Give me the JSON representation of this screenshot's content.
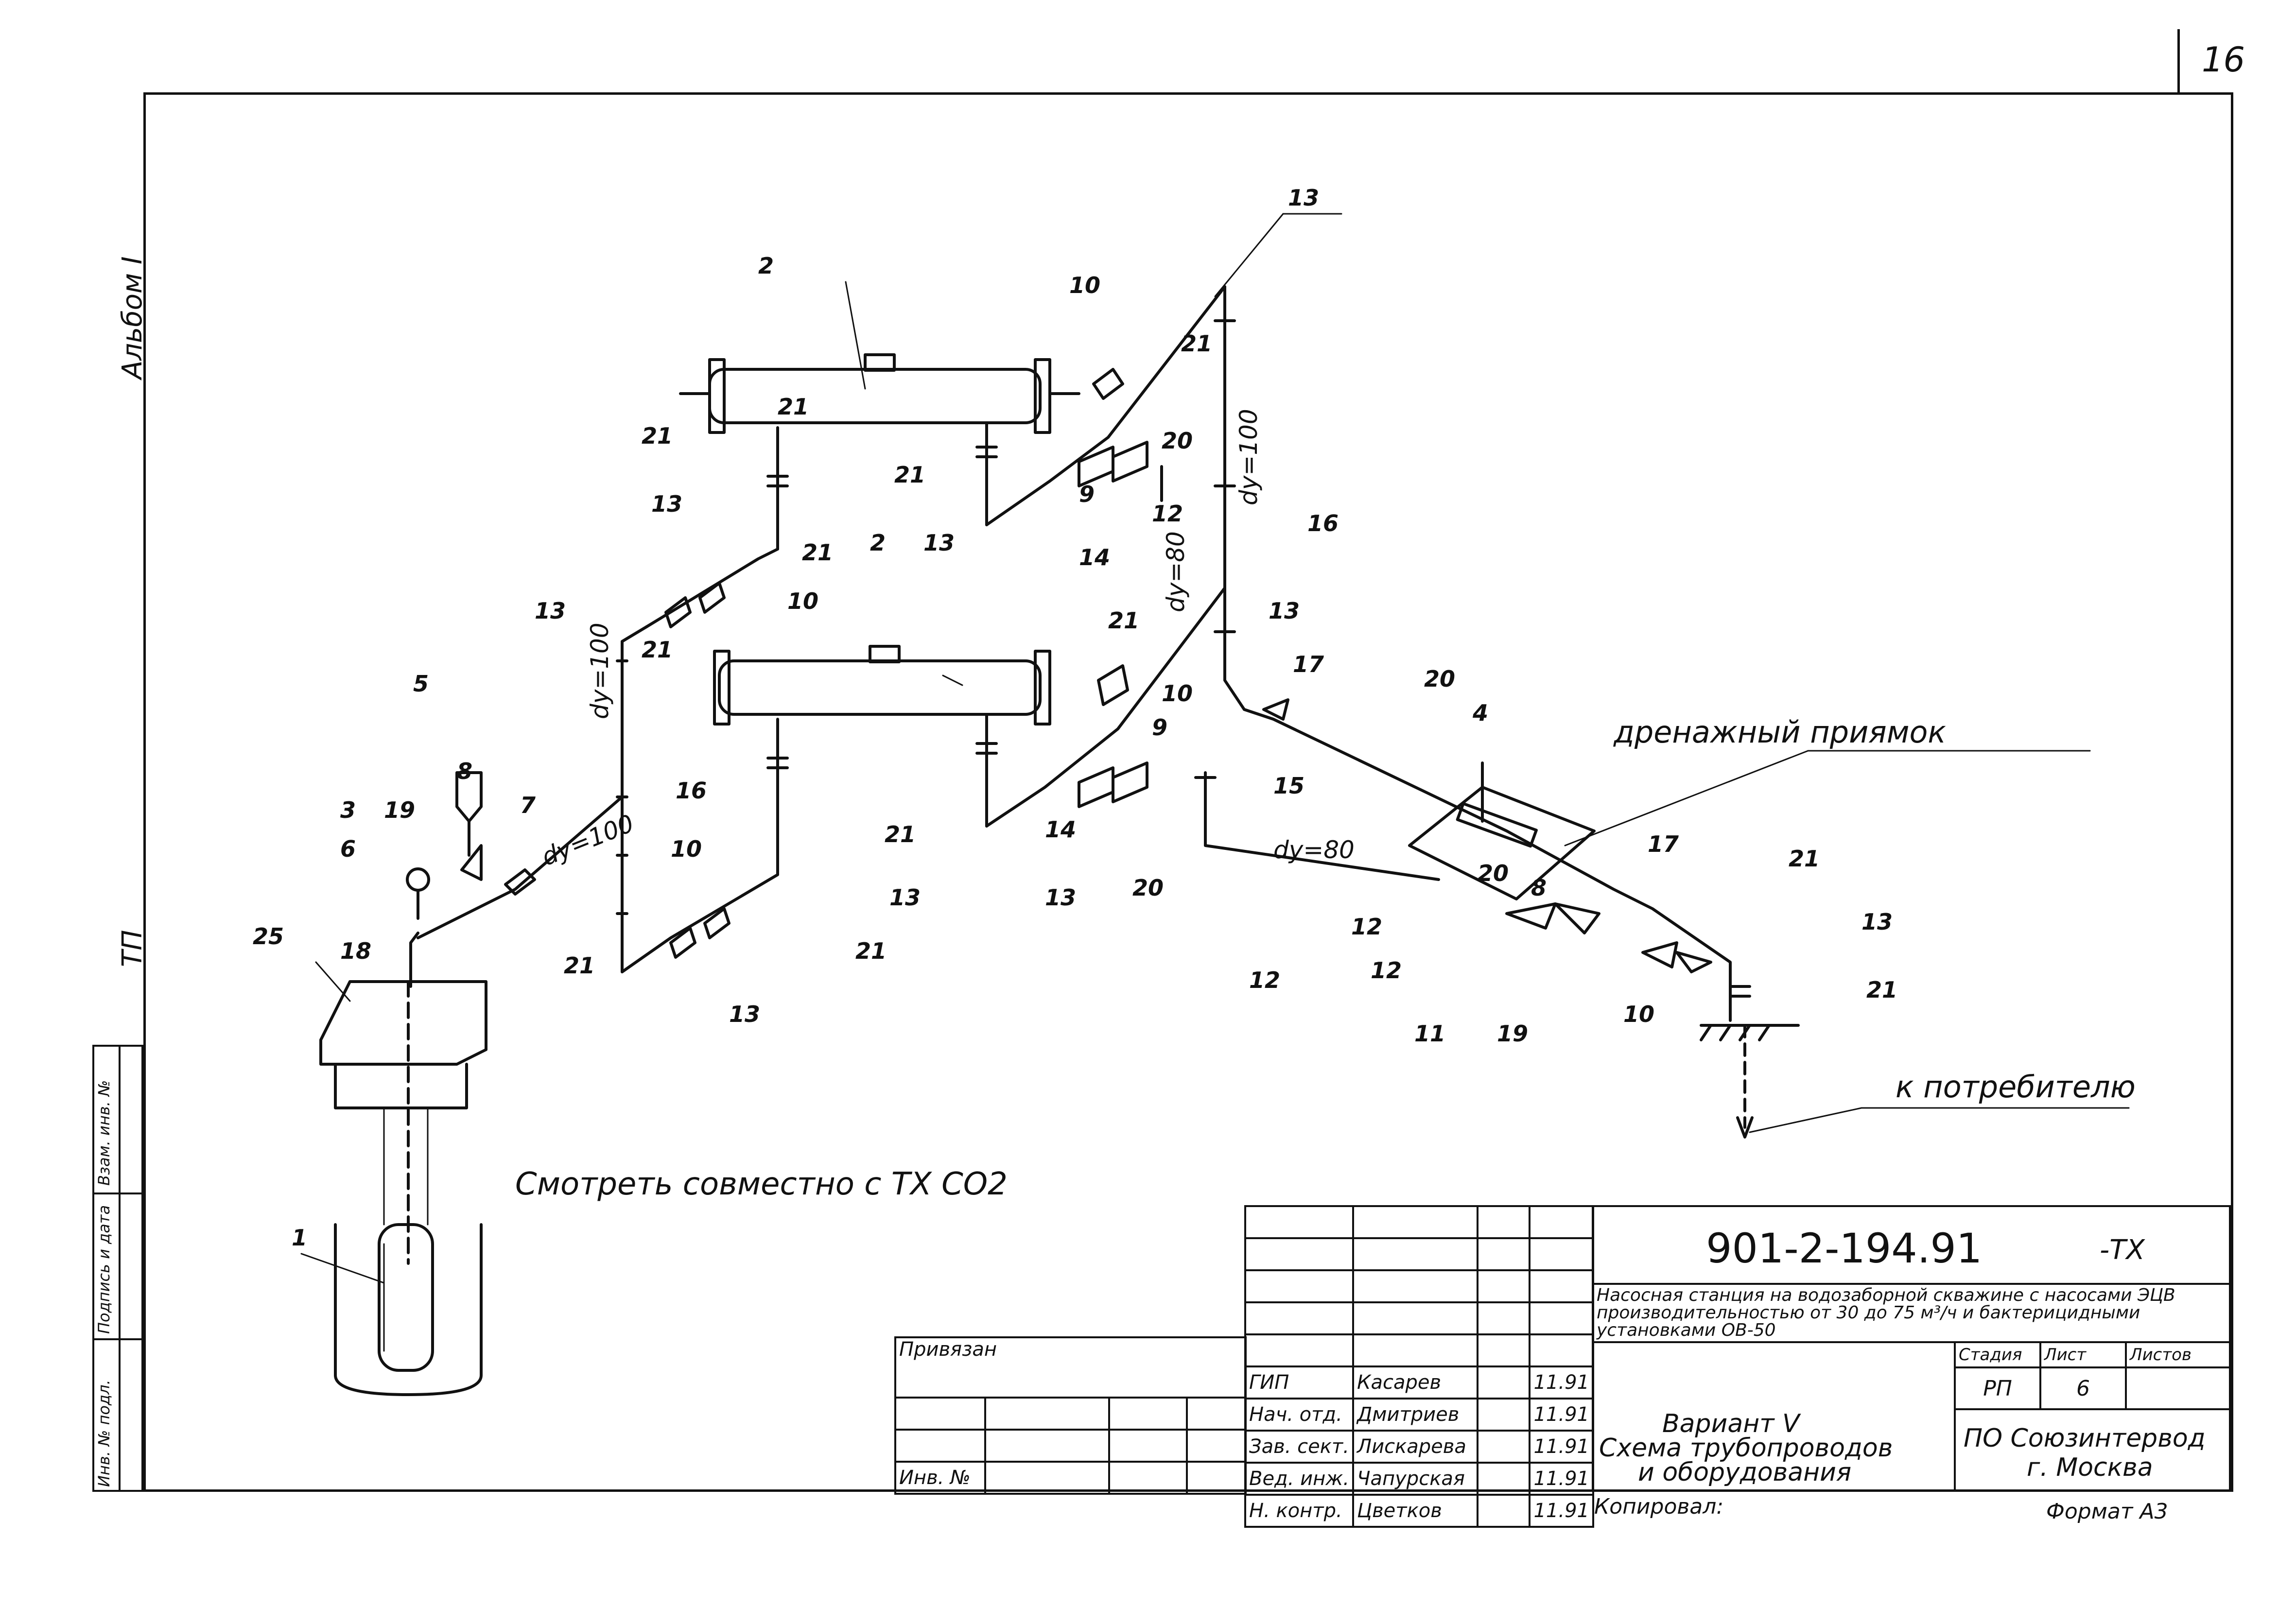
{
  "sheet_number": "16",
  "album_label": "Альбом I",
  "series_label": "ТП",
  "side_stamp": {
    "col1": "Инв. № подл.",
    "col2": "Подпись и дата",
    "col3": "Взам. инв. №"
  },
  "leaders": [
    "1",
    "2",
    "2",
    "3",
    "4",
    "5",
    "6",
    "7",
    "8",
    "8",
    "9",
    "9",
    "10",
    "10",
    "10",
    "10",
    "10",
    "11",
    "12",
    "12",
    "12",
    "12",
    "13",
    "13",
    "13",
    "13",
    "13",
    "13",
    "13",
    "13",
    "13",
    "14",
    "14",
    "15",
    "16",
    "16",
    "17",
    "17",
    "18",
    "19",
    "19",
    "20",
    "20",
    "20",
    "20",
    "21",
    "21",
    "21",
    "21",
    "21",
    "21",
    "21",
    "21",
    "21",
    "21",
    "21",
    "21",
    "25"
  ],
  "dy_labels": {
    "a": "dy=100",
    "b": "dy=80",
    "c": "dy=100",
    "d": "dy=100",
    "e": "dy=80"
  },
  "drain_pit_label": "дренажный приямок",
  "consumer_label": "к потребителю",
  "see_also": "Смотреть совместно с ТХ СО2",
  "title_block": {
    "code": "901-2-194.91",
    "suffix": "-ТХ",
    "description": "Насосная станция на водозаборной скважине с насосами ЭЦВ производительностью от 30 до 75 м³/ч и бактерицидными установками ОВ-50",
    "stage_header": "Стадия",
    "sheet_header": "Лист",
    "sheets_header": "Листов",
    "stage": "РП",
    "sheet": "6",
    "sheets": "",
    "privyazan": "Привязан",
    "inv": "Инв. №",
    "roles": [
      "ГИП",
      "Нач. отд.",
      "Зав. сект.",
      "Вед. инж.",
      "Н. контр."
    ],
    "names": [
      "Касарев",
      "Дмитриев",
      "Лискарева",
      "Чапурская",
      "Цветков"
    ],
    "dates": [
      "11.91",
      "11.91",
      "11.91",
      "11.91",
      "11.91"
    ],
    "drawing_title_1": "Вариант V",
    "drawing_title_2": "Схема трубопроводов",
    "drawing_title_3": "и оборудования",
    "organization_1": "ПО Союзинтервод",
    "organization_2": "г. Москва",
    "copied": "Копировал:",
    "format": "Формат А3"
  }
}
